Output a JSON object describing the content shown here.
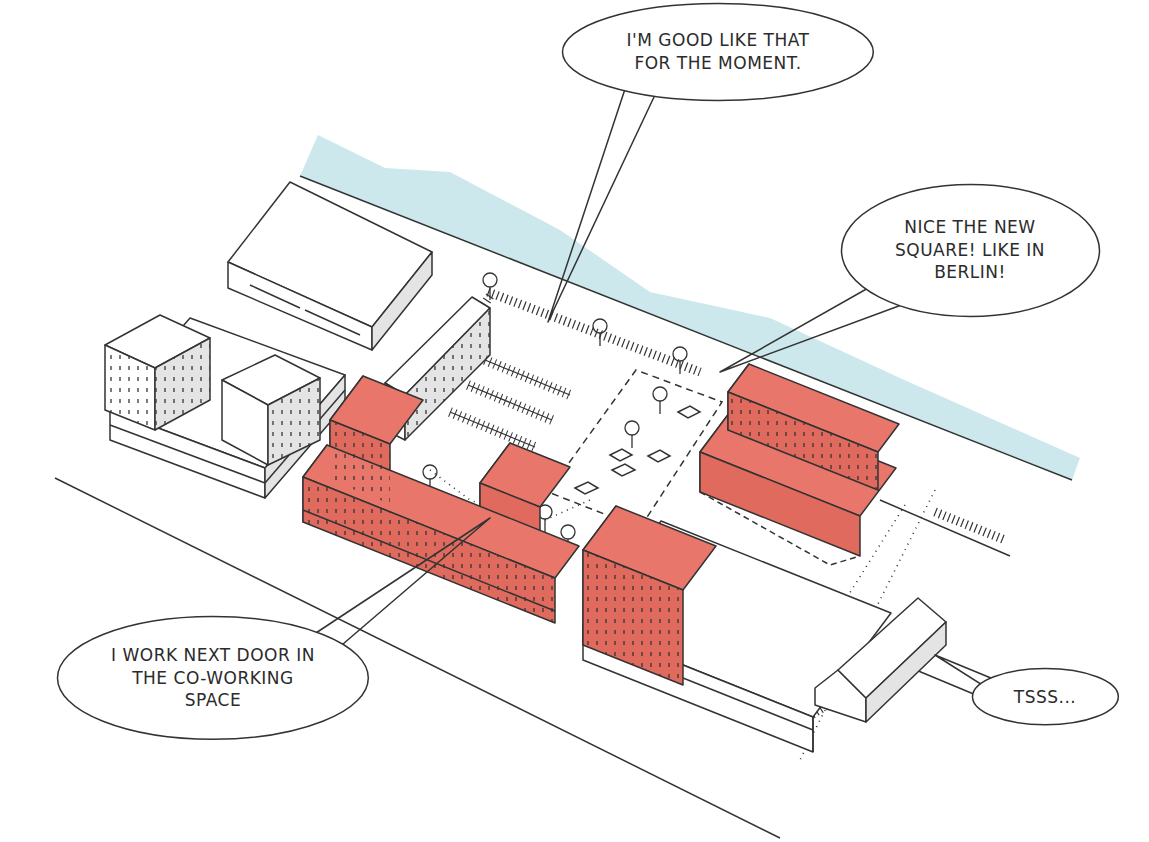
{
  "diagram": {
    "nodes": [
      {
        "text": [
          "I'M GOOD LIKE THAT FOR THE MOMENT."
        ]
      },
      {
        "text": [
          "NICE THE NEW SQUARE! LIKE IN BERLIN!"
        ]
      },
      {
        "text": [
          "I WORK NEXT DOOR IN THE CO-WORKING SPACE"
        ]
      },
      {
        "text": [
          "TSSS..."
        ]
      }
    ]
  }
}
